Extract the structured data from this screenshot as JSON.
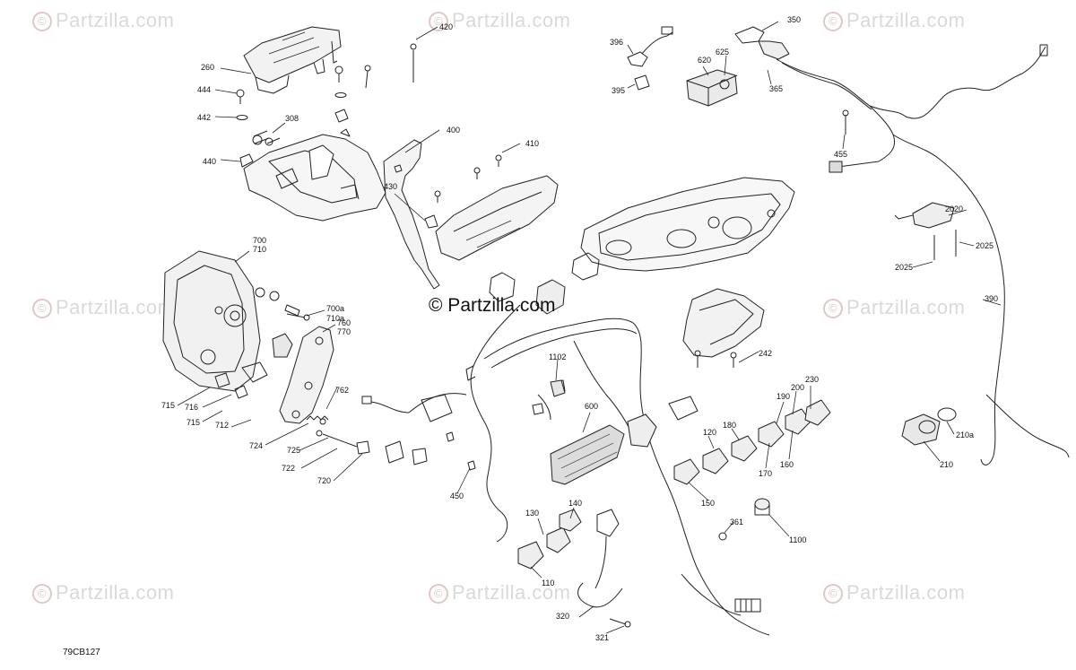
{
  "watermark": {
    "text": "Partzilla.com",
    "symbol": "©"
  },
  "center_watermark": "© Partzilla.com",
  "diagram_code": "79CB127",
  "callouts": [
    {
      "id": "c260",
      "text": "260"
    },
    {
      "id": "c444",
      "text": "444"
    },
    {
      "id": "c442",
      "text": "442"
    },
    {
      "id": "c308",
      "text": "308"
    },
    {
      "id": "c440",
      "text": "440"
    },
    {
      "id": "c420",
      "text": "420"
    },
    {
      "id": "c400",
      "text": "400"
    },
    {
      "id": "c410",
      "text": "410"
    },
    {
      "id": "c430",
      "text": "430"
    },
    {
      "id": "c396",
      "text": "396"
    },
    {
      "id": "c395",
      "text": "395"
    },
    {
      "id": "c620",
      "text": "620"
    },
    {
      "id": "c625",
      "text": "625"
    },
    {
      "id": "c350",
      "text": "350"
    },
    {
      "id": "c365",
      "text": "365"
    },
    {
      "id": "c455",
      "text": "455"
    },
    {
      "id": "c2020",
      "text": "2020"
    },
    {
      "id": "c2025a",
      "text": "2025"
    },
    {
      "id": "c2025b",
      "text": "2025"
    },
    {
      "id": "c390",
      "text": "390"
    },
    {
      "id": "c700",
      "text": "700"
    },
    {
      "id": "c710",
      "text": "710"
    },
    {
      "id": "c700a",
      "text": "700a"
    },
    {
      "id": "c710a",
      "text": "710a"
    },
    {
      "id": "c760",
      "text": "760"
    },
    {
      "id": "c770",
      "text": "770"
    },
    {
      "id": "c762",
      "text": "762"
    },
    {
      "id": "c715a",
      "text": "715"
    },
    {
      "id": "c716",
      "text": "716"
    },
    {
      "id": "c715b",
      "text": "715"
    },
    {
      "id": "c712",
      "text": "712"
    },
    {
      "id": "c724",
      "text": "724"
    },
    {
      "id": "c725",
      "text": "725"
    },
    {
      "id": "c722",
      "text": "722"
    },
    {
      "id": "c720",
      "text": "720"
    },
    {
      "id": "c242",
      "text": "242"
    },
    {
      "id": "c1102",
      "text": "1102"
    },
    {
      "id": "c600",
      "text": "600"
    },
    {
      "id": "c450",
      "text": "450"
    },
    {
      "id": "c230",
      "text": "230"
    },
    {
      "id": "c200",
      "text": "200"
    },
    {
      "id": "c190",
      "text": "190"
    },
    {
      "id": "c180",
      "text": "180"
    },
    {
      "id": "c120",
      "text": "120"
    },
    {
      "id": "c170",
      "text": "170"
    },
    {
      "id": "c160",
      "text": "160"
    },
    {
      "id": "c150",
      "text": "150"
    },
    {
      "id": "c140",
      "text": "140"
    },
    {
      "id": "c130",
      "text": "130"
    },
    {
      "id": "c110",
      "text": "110"
    },
    {
      "id": "c361",
      "text": "361"
    },
    {
      "id": "c1100",
      "text": "1100"
    },
    {
      "id": "c320",
      "text": "320"
    },
    {
      "id": "c321",
      "text": "321"
    },
    {
      "id": "c210a",
      "text": "210a"
    },
    {
      "id": "c210",
      "text": "210"
    }
  ]
}
